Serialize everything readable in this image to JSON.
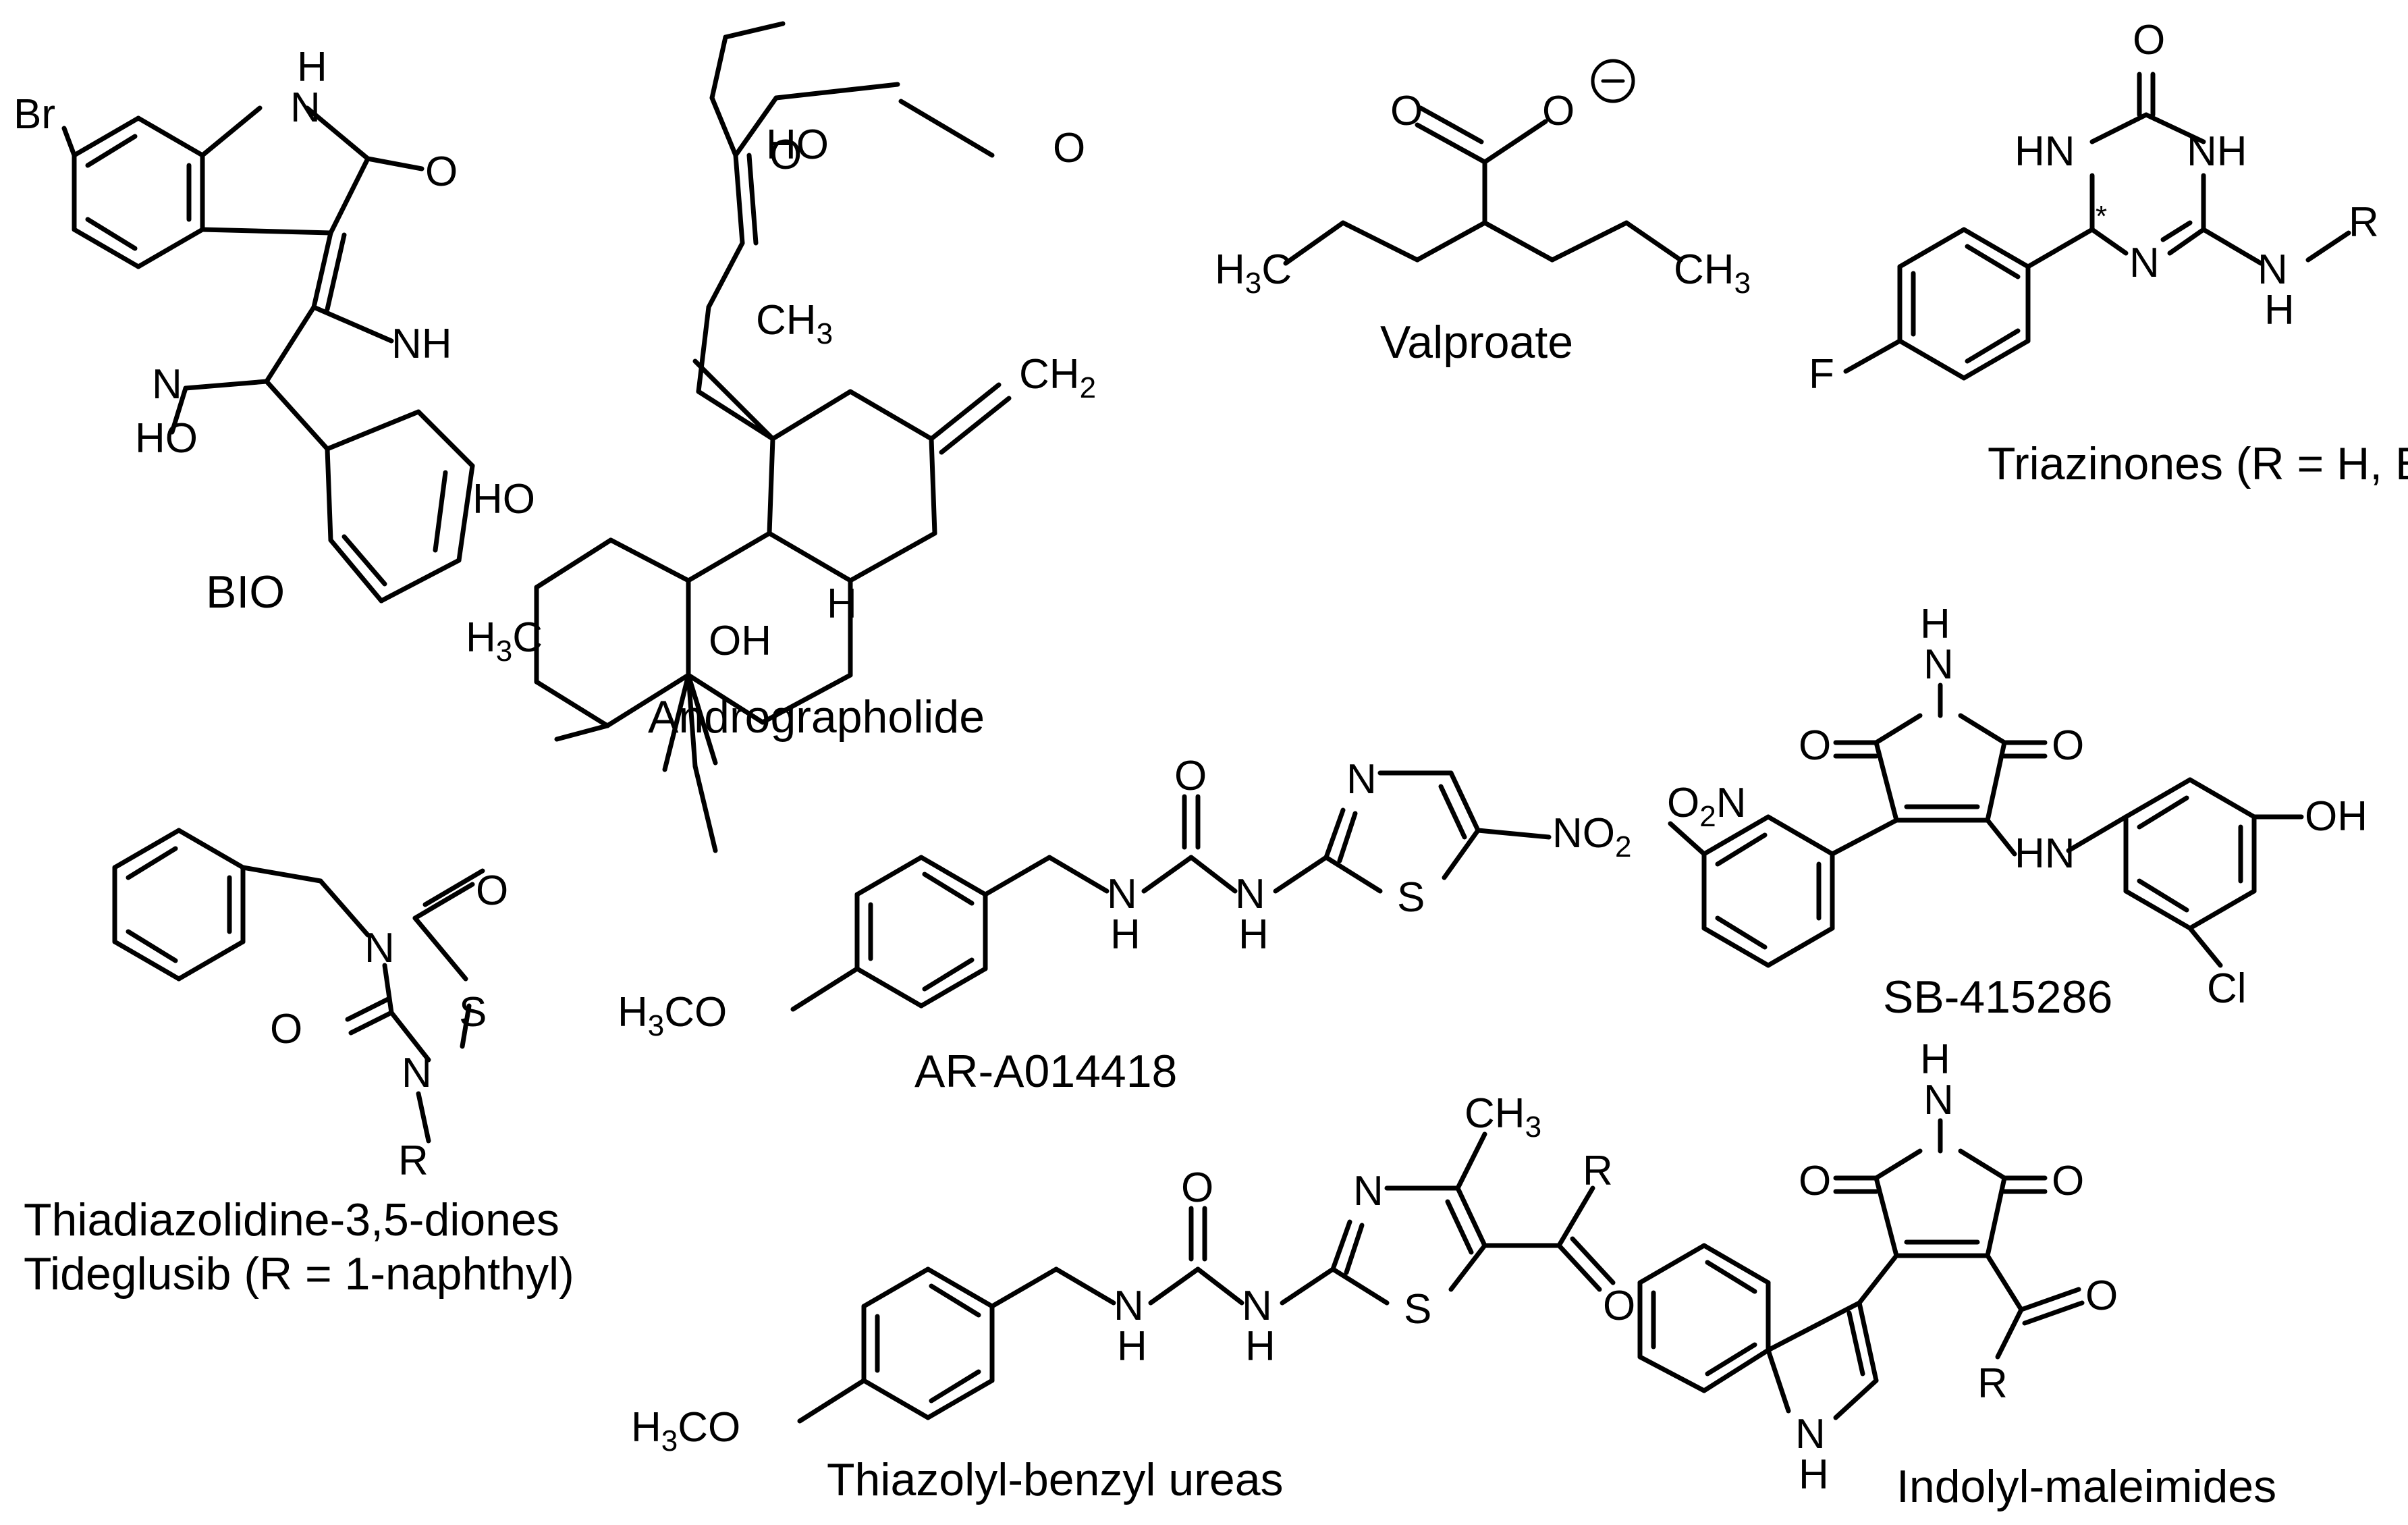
{
  "compounds": [
    {
      "key": "bio",
      "name": "BIO"
    },
    {
      "key": "andro",
      "name": "Andrographolide"
    },
    {
      "key": "valproate",
      "name": "Valproate"
    },
    {
      "key": "triazinones",
      "name": "Triazinones (R = H, Et, nPr)"
    },
    {
      "key": "tdzd",
      "name": "Thiadiazolidine-3,5-diones",
      "name2": "Tideglusib (R = 1-naphthyl)"
    },
    {
      "key": "ar",
      "name": "AR-A014418"
    },
    {
      "key": "sb",
      "name": "SB-415286"
    },
    {
      "key": "thiazolyl",
      "name": "Thiazolyl-benzyl ureas"
    },
    {
      "key": "indolyl",
      "name": "Indolyl-maleimides"
    }
  ],
  "atoms": {
    "br": "Br",
    "h": "H",
    "o": "O",
    "n": "N",
    "s": "S",
    "f": "F",
    "cl": "Cl",
    "r": "R",
    "nh": "NH",
    "hn": "HN",
    "ho": "HO",
    "oh": "OH",
    "c": "C",
    "star": "*",
    "minus": "−",
    "h3": "H",
    "c3": "C",
    "ch": "CH",
    "co": "CO",
    "sub2": "2",
    "sub3": "3"
  }
}
